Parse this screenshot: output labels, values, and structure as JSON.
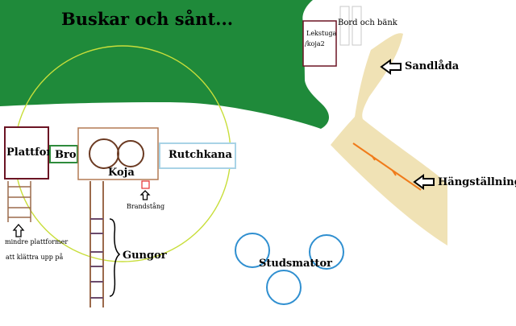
{
  "title": "Buskar och sånt...",
  "labels": {
    "lekstuga_line1": "Lekstuga",
    "lekstuga_line2": "/koja2",
    "bord": "Bord och bänk",
    "sandlada": "Sandlåda",
    "plattform": "Plattform",
    "bro": "Bro",
    "koja": "Koja",
    "rutchkana": "Rutchkana",
    "brandstang": "Brandstång",
    "hangstallning": "Hängställning",
    "platform_note_line1": "mindre plattformer",
    "platform_note_line2": "att klättra upp på",
    "gungor": "Gungor",
    "studsmattor": "Studsmattor"
  },
  "colors": {
    "bushes": "#1f8a3a",
    "sand": "#f0e2b5",
    "circle": "#c8de3a",
    "platform": "#6b1424",
    "bridge": "#2e8b3c",
    "koja": "#b37a54",
    "slide": "#a9d3e6",
    "trampoline": "#2f8fd0",
    "swing_bar": "#f07b1a",
    "ladder": "#9b6a4b",
    "arrow": "#000000",
    "text": "#000000"
  },
  "icons": [
    "arrow-left-icon",
    "arrow-up-icon"
  ]
}
